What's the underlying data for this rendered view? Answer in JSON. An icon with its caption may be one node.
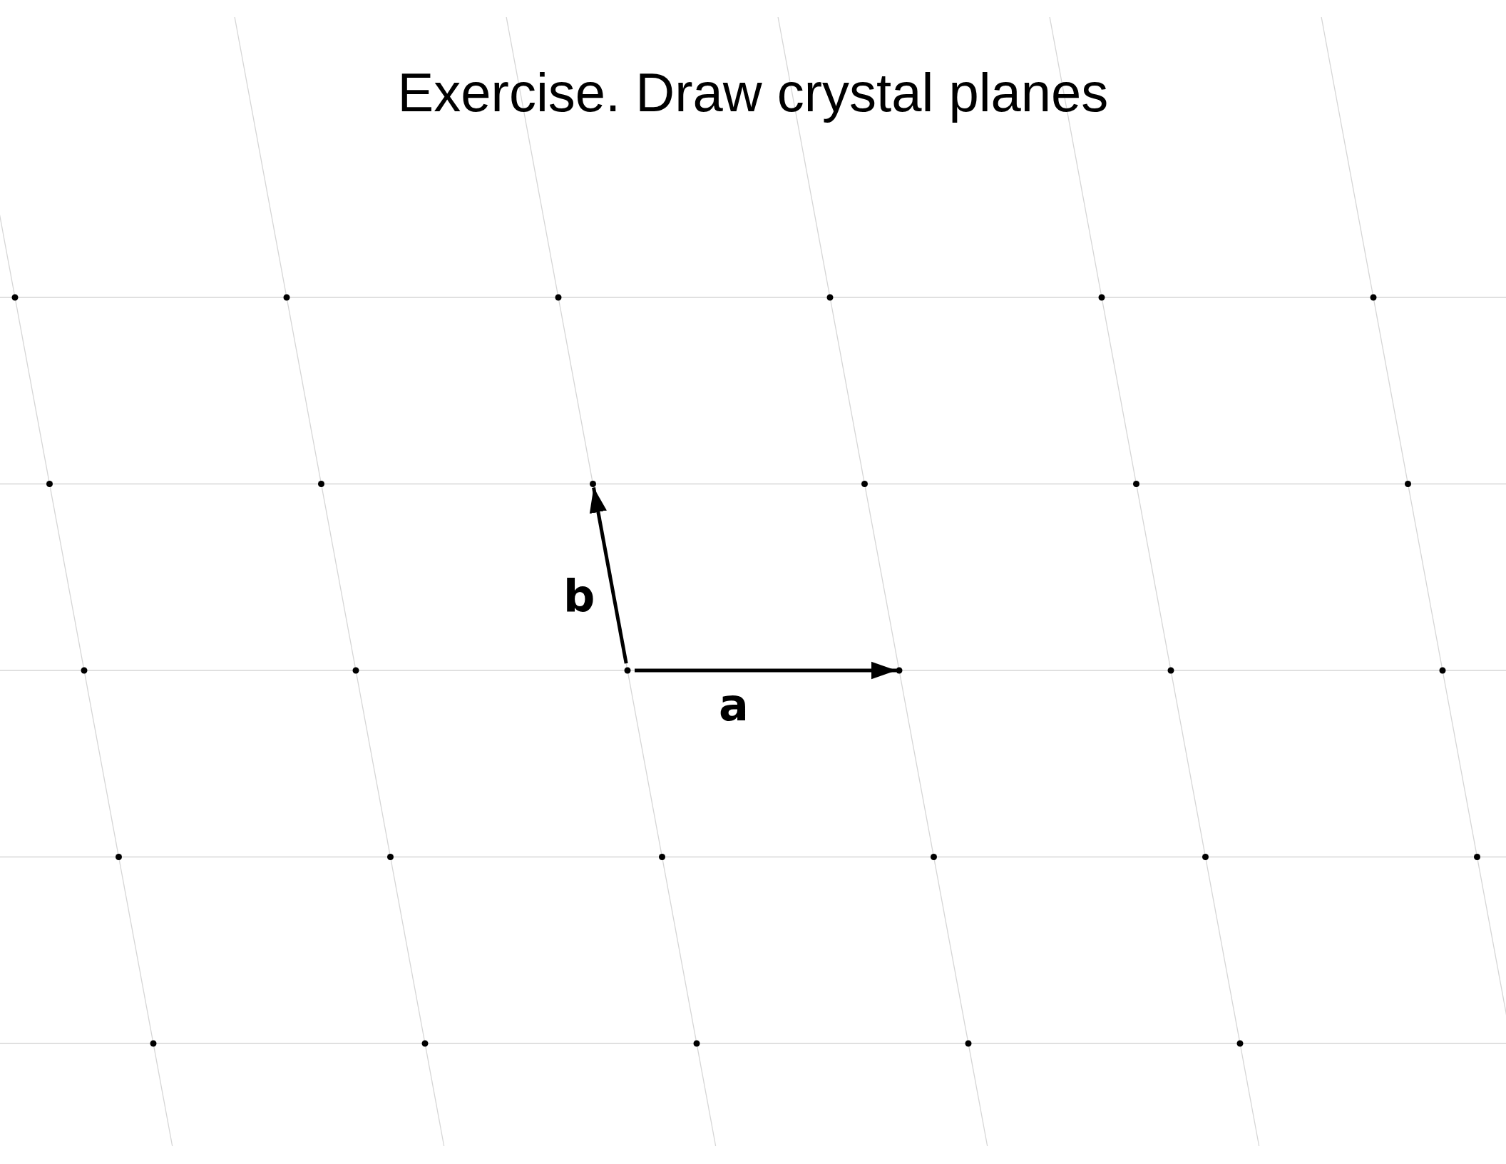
{
  "diagram": {
    "title": "Exercise. Draw crystal planes",
    "labels": [
      "b",
      "a"
    ]
  }
}
